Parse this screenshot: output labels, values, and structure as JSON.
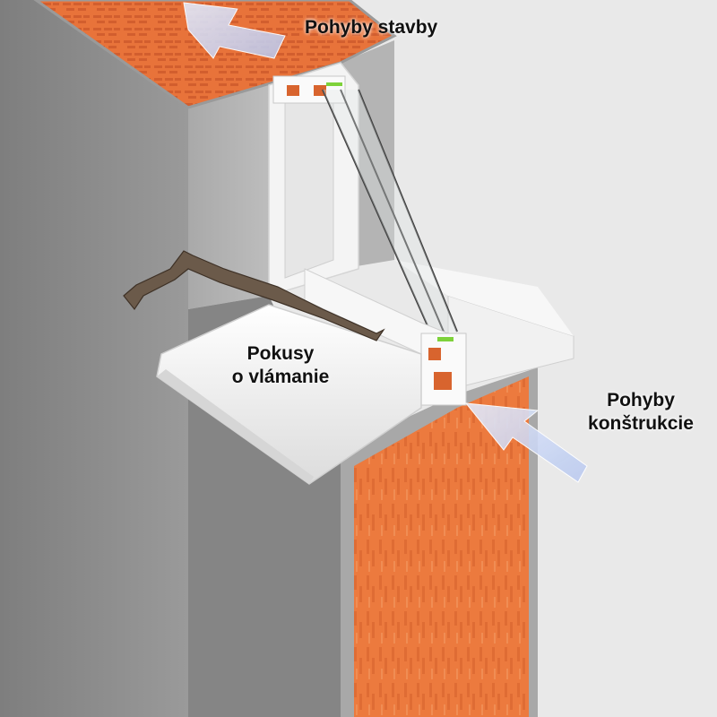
{
  "labels": {
    "building_movement": "Pohyby stavby",
    "burglary_line1": "Pokusy",
    "burglary_line2": "o vlámanie",
    "construction_line1": "Pohyby",
    "construction_line2": "konštrukcie"
  },
  "colors": {
    "background": "#e9e9e9",
    "wall_plaster": "#8e8e8e",
    "brick_orange": "#e8733a",
    "frame_white": "#f4f4f4",
    "gasket_green": "#7ed23a",
    "arrow_blue": "#c9d6f5"
  },
  "icons": [
    "building-movement-arrow-icon",
    "construction-movement-arrow-icon",
    "crowbar-icon"
  ]
}
